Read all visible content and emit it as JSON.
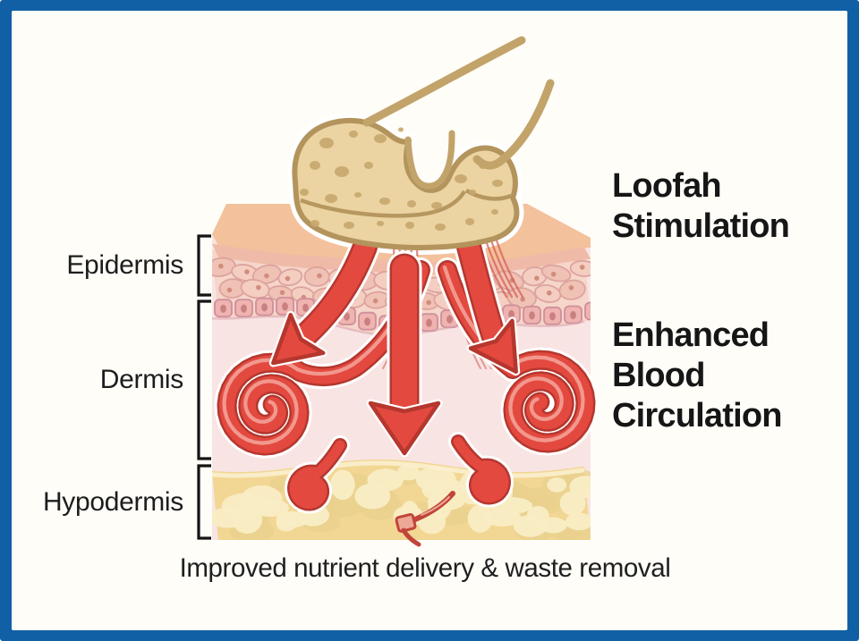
{
  "diagram": {
    "layer_labels": {
      "epidermis": "Epidermis",
      "dermis": "Dermis",
      "hypodermis": "Hypodermis"
    },
    "annotations": {
      "stimulation": "Loofah Stimulation",
      "circulation": "Enhanced Blood Circulation"
    },
    "caption": "Improved nutrient delivery & waste removal"
  },
  "palette": {
    "frame_blue": "#1160a6",
    "background": "#fffdf8",
    "text_dark": "#1d1d1d",
    "sponge_fill": "#ecd3a2",
    "sponge_outline": "#b3945c",
    "sponge_speckle": "#c7a66c",
    "hand_outline": "#c2a36a",
    "skin_top": "#f3c19b",
    "surface_band": "#efbba8",
    "cell_bg": "#f6d6ca",
    "cell_fill_a": "#f4cec1",
    "cell_fill_b": "#f0c2b5",
    "cell_stroke": "#dda39d",
    "cell_nucleus": "#d28d7d",
    "basal_fill": "#efb3b0",
    "basal_stroke": "#cf8f9a",
    "basal_nucleus": "#ca8080",
    "layer_boundary": "#d9a2ab",
    "dermis_fill": "#f9e4e4",
    "hypo_base": "#f2d693",
    "hypo_lobe": "#f9edc5",
    "hypo_shadow": "#ead08e",
    "hypo_highlight": "#fbf0cf",
    "arrow_fill": "#e3493f",
    "arrow_dark": "#b5372e",
    "arrow_light": "#f5aca3",
    "streak_red": "#d4584e",
    "vessel_red": "#c1453a",
    "vessel_light": "#eda896",
    "bracket": "#141414"
  }
}
